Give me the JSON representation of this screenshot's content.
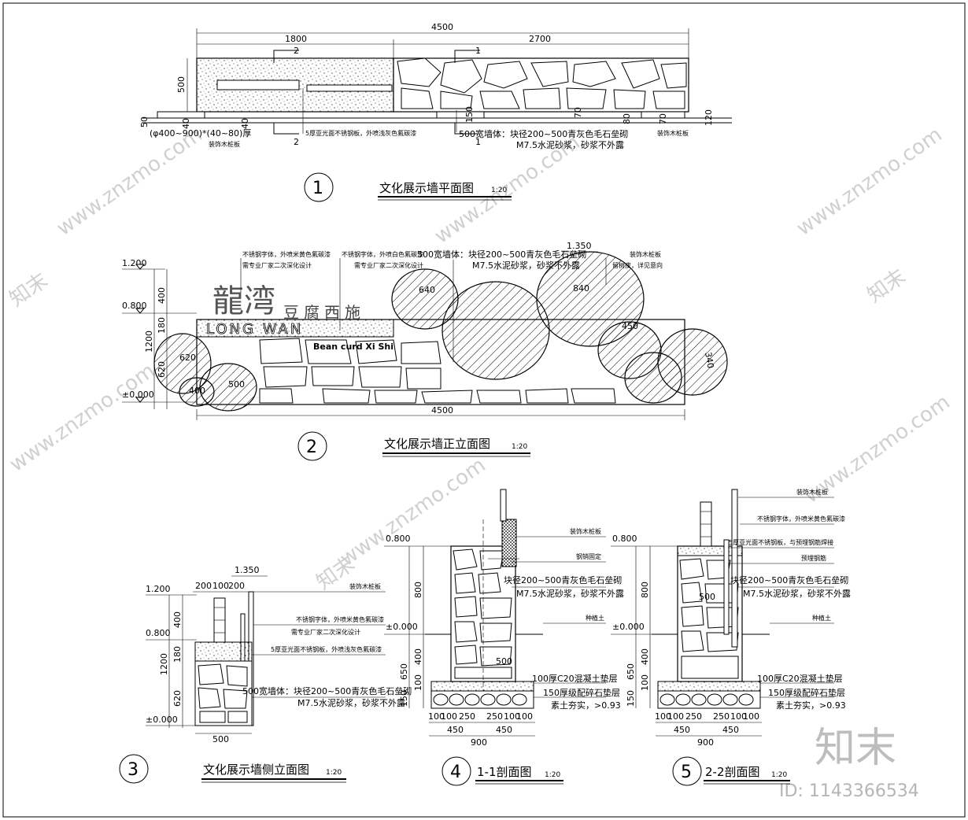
{
  "watermarks": {
    "brand_cn": "知末",
    "site": "www.znzmo.com",
    "id_label": "ID: 1143366534"
  },
  "plan": {
    "number": "1",
    "title": "文化展示墙平面图",
    "scale": "1:20",
    "dims": {
      "total": "4500",
      "left": "1800",
      "right": "2700",
      "depth": "500",
      "d50": "50",
      "d40a": "40",
      "d40b": "40",
      "d150": "150",
      "d70a": "70",
      "d80": "80",
      "d70b": "70",
      "d120": "120"
    },
    "section_marks": {
      "s2": "2",
      "s1": "1"
    },
    "notes": {
      "board": "(φ400~900)*(40~80)厚",
      "board2": "装饰木桩板",
      "steel": "5厚亚光面不锈钢板，外喷浅灰色氟碳漆",
      "wall1": "500宽墙体：块径200~500青灰色毛石垒砌",
      "wall2": "M7.5水泥砂浆，砂浆不外露",
      "board3": "装饰木桩板"
    }
  },
  "front": {
    "number": "2",
    "title": "文化展示墙正立面图",
    "scale": "1:20",
    "dims": {
      "total": "4500",
      "e1200": "1.200",
      "e0800": "0.800",
      "e0000": "±0.000",
      "h400": "400",
      "h180": "180",
      "h1200": "1200",
      "h620": "620",
      "e1350": "1.350",
      "c640": "640",
      "c840": "840",
      "c450": "450",
      "c620": "620",
      "c400": "400",
      "c500": "500",
      "c340": "340"
    },
    "notes": {
      "text1a": "不锈钢字体，外喷米黄色氟碳漆",
      "text1b": "需专业厂家二次深化设计",
      "text2a": "不锈钢字体，外喷白色氟碳漆",
      "text2b": "需专业厂家二次深化设计",
      "wall1": "500宽墙体：块径200~500青灰色毛石垒砌",
      "wall2": "M7.5水泥砂浆，砂浆不外露",
      "board1": "装饰木桩板",
      "board2": "留树皮，详见意向"
    },
    "sign": {
      "cn_main": "龍湾",
      "cn_sub": "豆腐西施",
      "en_main": "LONG WAN",
      "en_sub": "Bean curd Xi Shi"
    }
  },
  "side": {
    "number": "3",
    "title": "文化展示墙侧立面图",
    "scale": "1:20",
    "dims": {
      "e1350": "1.350",
      "e1200": "1.200",
      "e0800": "0.800",
      "e0000": "±0.000",
      "w200a": "200",
      "w100": "100",
      "w200b": "200",
      "h400": "400",
      "h180": "180",
      "h1200": "1200",
      "h620": "620",
      "w500": "500"
    },
    "notes": {
      "board": "装饰木桩板",
      "text1": "不锈钢字体，外喷米黄色氟碳漆",
      "text2": "需专业厂家二次深化设计",
      "steel": "5厚亚光面不锈钢板，外喷浅灰色氟碳漆",
      "wall1": "500宽墙体：块径200~500青灰色毛石垒砌",
      "wall2": "M7.5水泥砂浆，砂浆不外露"
    }
  },
  "sec1": {
    "number": "4",
    "title": "1-1剖面图",
    "scale": "1:20",
    "dims": {
      "e0800": "0.800",
      "e0000": "±0.000",
      "h800": "800",
      "h400": "400",
      "h650": "650",
      "h100": "100",
      "h150": "150",
      "w500": "500",
      "b100a": "100",
      "b100b": "100",
      "b250a": "250",
      "b250b": "250",
      "b100c": "100",
      "b100d": "100",
      "b450a": "450",
      "b450b": "450",
      "b900": "900"
    },
    "notes": {
      "board": "装饰木桩板",
      "fix": "钢销固定",
      "wall1": "块径200~500青灰色毛石垒砌",
      "wall2": "M7.5水泥砂浆，砂浆不外露",
      "soil": "种植土",
      "c20": "100厚C20混凝土垫层",
      "gravel": "150厚级配碎石垫层",
      "compact": "素土夯实，>0.93"
    }
  },
  "sec2": {
    "number": "5",
    "title": "2-2剖面图",
    "scale": "1:20",
    "dims": {
      "e0800": "0.800",
      "e0000": "±0.000",
      "h800": "800",
      "h400": "400",
      "h650": "650",
      "h100": "100",
      "h150": "150",
      "w500": "500",
      "b100a": "100",
      "b100b": "100",
      "b250a": "250",
      "b250b": "250",
      "b100c": "100",
      "b100d": "100",
      "b450a": "450",
      "b450b": "450",
      "b900": "900"
    },
    "notes": {
      "board": "装饰木桩板",
      "text1": "不锈钢字体，外喷米黄色氟碳漆",
      "steel": "5厚亚光面不锈钢板，与预埋钢筋焊接",
      "rebar": "预埋钢筋",
      "wall1": "块径200~500青灰色毛石垒砌",
      "wall2": "M7.5水泥砂浆，砂浆不外露",
      "soil": "种植土",
      "c20": "100厚C20混凝土垫层",
      "gravel": "150厚级配碎石垫层",
      "compact": "素土夯实，>0.93"
    }
  }
}
